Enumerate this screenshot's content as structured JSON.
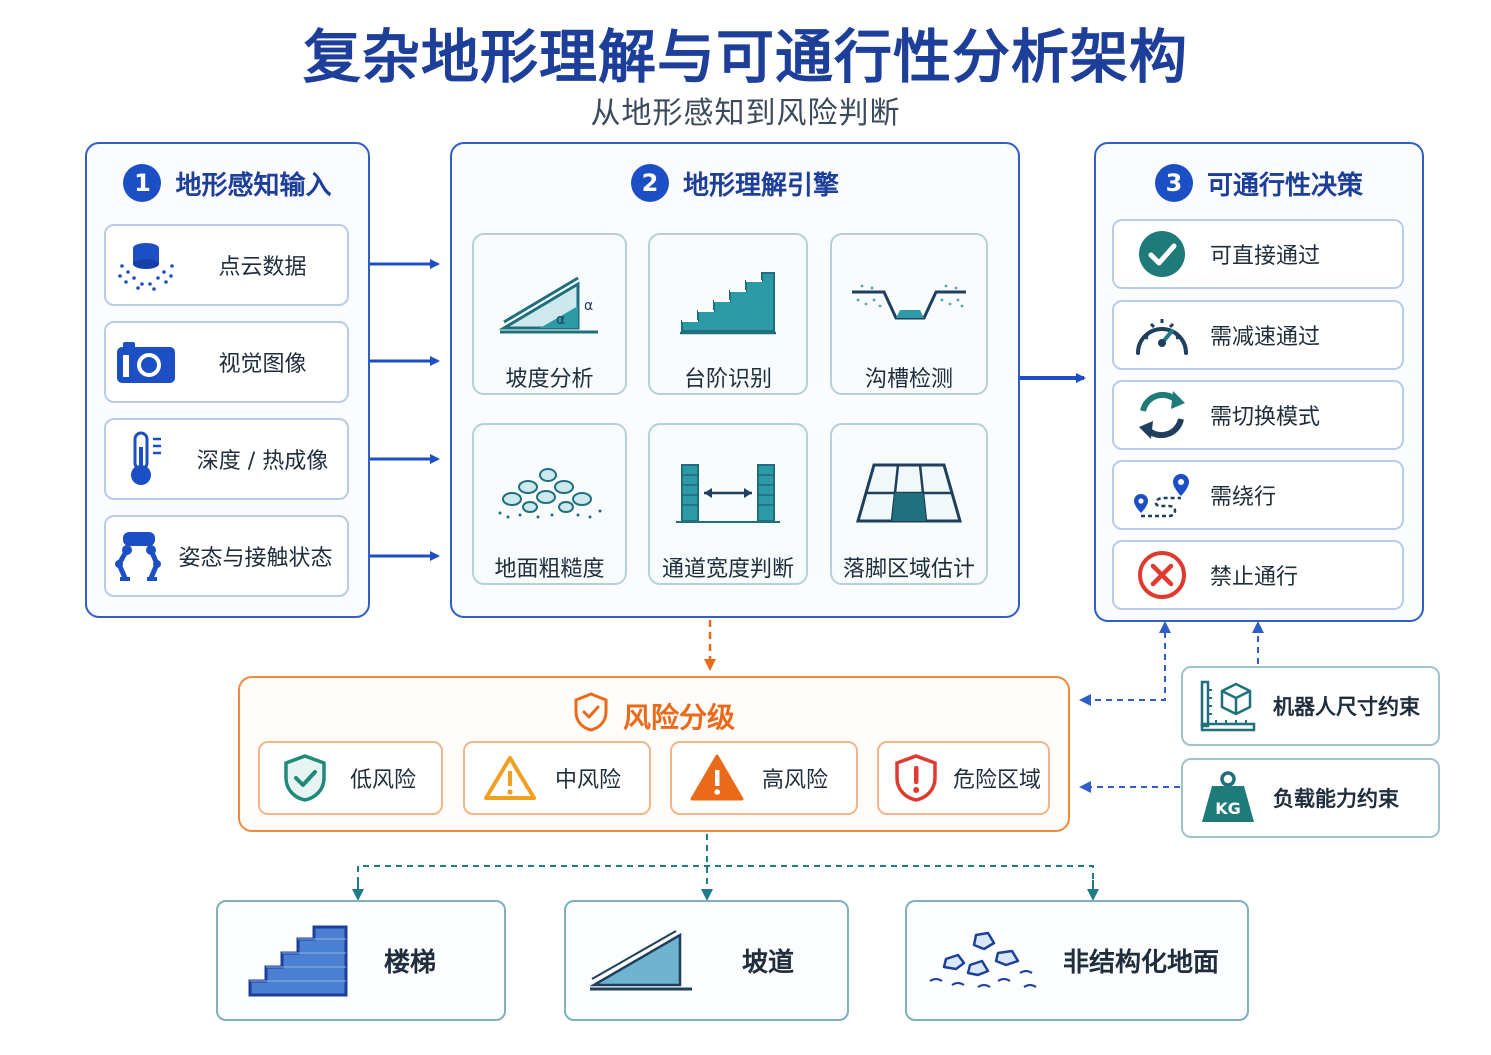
{
  "header": {
    "title": "复杂地形理解与可通行性分析架构",
    "subtitle": "从地形感知到风险判断"
  },
  "perception": {
    "number": "1",
    "title": "地形感知输入",
    "items": [
      {
        "label": "点云数据",
        "icon": "point-cloud-icon"
      },
      {
        "label": "视觉图像",
        "icon": "camera-icon"
      },
      {
        "label": "深度 / 热成像",
        "icon": "thermometer-icon"
      },
      {
        "label": "姿态与接触状态",
        "icon": "legged-robot-icon"
      }
    ]
  },
  "engine": {
    "number": "2",
    "title": "地形理解引擎",
    "items": [
      {
        "label": "坡度分析",
        "icon": "slope-angle-icon",
        "glyph": "α"
      },
      {
        "label": "台阶识别",
        "icon": "stairs-icon"
      },
      {
        "label": "沟槽检测",
        "icon": "ditch-icon"
      },
      {
        "label": "地面粗糙度",
        "icon": "rough-ground-icon"
      },
      {
        "label": "通道宽度判断",
        "icon": "passage-width-icon"
      },
      {
        "label": "落脚区域估计",
        "icon": "foothold-grid-icon"
      }
    ]
  },
  "decision": {
    "number": "3",
    "title": "可通行性决策",
    "items": [
      {
        "label": "可直接通过",
        "icon": "check-circle-icon"
      },
      {
        "label": "需减速通过",
        "icon": "speedometer-icon"
      },
      {
        "label": "需切换模式",
        "icon": "switch-cycle-icon"
      },
      {
        "label": "需绕行",
        "icon": "detour-route-icon"
      },
      {
        "label": "禁止通行",
        "icon": "forbidden-x-icon"
      }
    ]
  },
  "risk": {
    "title": "风险分级",
    "icon": "shield-check-icon",
    "levels": [
      {
        "label": "低风险",
        "icon": "shield-check-green-icon",
        "color": "#1f8a7a"
      },
      {
        "label": "中风险",
        "icon": "warning-outline-icon",
        "color": "#f0a020"
      },
      {
        "label": "高风险",
        "icon": "warning-filled-icon",
        "color": "#ea6a1a"
      },
      {
        "label": "危险区域",
        "icon": "shield-alert-icon",
        "color": "#e03a2f"
      }
    ]
  },
  "constraints": [
    {
      "label": "机器人尺寸约束",
      "icon": "ruler-box-icon"
    },
    {
      "label": "负载能力约束",
      "icon": "kg-weight-icon",
      "glyph": "KG"
    }
  ],
  "terrain": [
    {
      "label": "楼梯",
      "icon": "stairs-block-icon"
    },
    {
      "label": "坡道",
      "icon": "ramp-icon"
    },
    {
      "label": "非结构化地面",
      "icon": "rocks-icon"
    }
  ],
  "colors": {
    "primary": "#1d3f9a",
    "accent": "#2f5fc4",
    "teal": "#1f8a7a",
    "orange": "#ea6a1a",
    "red": "#e03a2f"
  }
}
